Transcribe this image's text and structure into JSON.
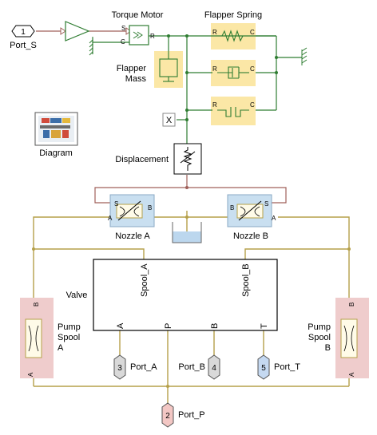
{
  "colors": {
    "mech_wire": "#2f7d32",
    "hydraulic_wire": "#b5a04a",
    "signal_wire": "#a0605a",
    "mass_highlight": "#fbe7a6",
    "spring_highlight": "#fbe7a6",
    "nozzle_fill": "#c9dff0",
    "pump_fill": "#efcccc",
    "port_p_fill": "#f3c7c4",
    "port_t_fill": "#c5d9f1",
    "port_a_fill": "#d9d9d9"
  },
  "blocks": {
    "port_s": {
      "number": "1",
      "label": "Port_S"
    },
    "torque_motor": {
      "label": "Torque Motor",
      "port_s": "S",
      "port_c": "C",
      "port_r": "R"
    },
    "flapper_spring": {
      "label": "Flapper Spring",
      "r": "R",
      "c": "C"
    },
    "flapper_mass": {
      "label_line1": "Flapper",
      "label_line2": "Mass"
    },
    "x_marker": {
      "label": "X"
    },
    "diagram": {
      "label": "Diagram"
    },
    "displacement": {
      "label": "Displacement"
    },
    "nozzle_a": {
      "label": "Nozzle A",
      "port_s": "S",
      "port_a": "A",
      "port_b": "B"
    },
    "nozzle_b": {
      "label": "Nozzle B",
      "port_s": "S",
      "port_a": "A",
      "port_b": "B"
    },
    "valve": {
      "label": "Valve",
      "spool_a": "Spool_A",
      "spool_b": "Spool_B",
      "ports": [
        "A",
        "P",
        "B",
        "T"
      ]
    },
    "pump_spool_a": {
      "label_line1": "Pump",
      "label_line2": "Spool",
      "label_line3": "A",
      "port_b": "B",
      "port_a": "A"
    },
    "pump_spool_b": {
      "label_line1": "Pump",
      "label_line2": "Spool",
      "label_line3": "B",
      "port_b": "B",
      "port_a": "A"
    },
    "port_a": {
      "number": "3",
      "label": "Port_A"
    },
    "port_b": {
      "number": "4",
      "label": "Port_B"
    },
    "port_t": {
      "number": "5",
      "label": "Port_T"
    },
    "port_p": {
      "number": "2",
      "label": "Port_P"
    }
  }
}
